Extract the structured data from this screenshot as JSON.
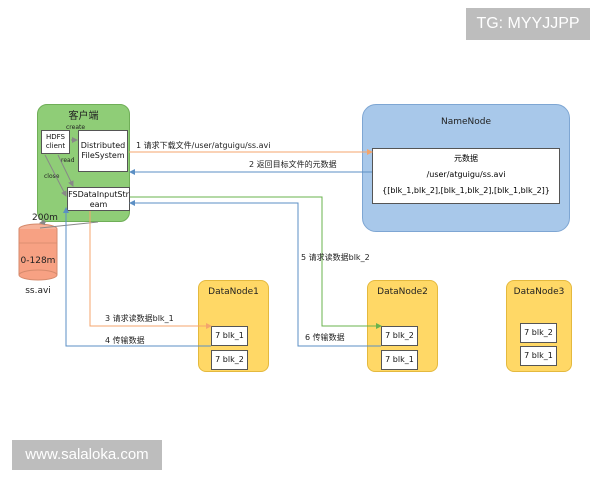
{
  "watermarks": {
    "top": "TG: MYYJJPP",
    "bottom": "www.salaloka.com"
  },
  "client": {
    "title": "客户端",
    "hdfs_client": "HDFS client",
    "dfs_title": "Distributed FileSystem",
    "fsdis_title": "FSDataInputStream",
    "create": "create",
    "read": "read",
    "close": "close"
  },
  "storage": {
    "size": "200m",
    "range": "0-128m",
    "file": "ss.avi"
  },
  "namenode": {
    "title": "NameNode",
    "meta_title": "元数据",
    "meta_path": "/user/atguigu/ss.avi",
    "meta_blocks": "{[blk_1,blk_2],[blk_1,blk_2],[blk_1,blk_2]}"
  },
  "steps": {
    "s1": "1 请求下载文件/user/atguigu/ss.avi",
    "s2": "2 返回目标文件的元数据",
    "s3": "3 请求读数据blk_1",
    "s4": "4 传输数据",
    "s5": "5 请求读数据blk_2",
    "s6": "6 传输数据"
  },
  "datanodes": [
    {
      "name": "DataNode1",
      "blocks": [
        "7 blk_1",
        "7 blk_2"
      ]
    },
    {
      "name": "DataNode2",
      "blocks": [
        "7 blk_2",
        "7 blk_1"
      ]
    },
    {
      "name": "DataNode3",
      "blocks": [
        "7 blk_2",
        "7 blk_1"
      ]
    }
  ],
  "colors": {
    "orange": "#f4a56c",
    "blue": "#5b8fc4",
    "green": "#69b34c",
    "gray": "#888888"
  }
}
